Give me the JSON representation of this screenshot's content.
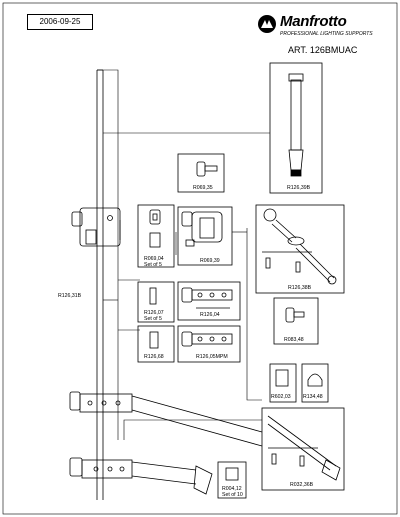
{
  "header": {
    "date": "2006-09-25",
    "brand_name": "Manfrotto",
    "brand_tagline": "PROFESSIONAL LIGHTING SUPPORTS",
    "article": "ART. 126BMUAC"
  },
  "parts": [
    {
      "code": "R126,39B"
    },
    {
      "code": "R069,35"
    },
    {
      "code": "R069,39"
    },
    {
      "code": "R069,04",
      "note": "Set of 5"
    },
    {
      "code": "R126,38B"
    },
    {
      "code": "R126,31B"
    },
    {
      "code": "R126,07",
      "note": "Set of 5"
    },
    {
      "code": "R126,04"
    },
    {
      "code": "R083,48"
    },
    {
      "code": "R126,68"
    },
    {
      "code": "R126,05MPM"
    },
    {
      "code": "R602,03"
    },
    {
      "code": "R134,48"
    },
    {
      "code": "R004,12",
      "note": "Set of 10"
    },
    {
      "code": "R032,36B"
    }
  ]
}
